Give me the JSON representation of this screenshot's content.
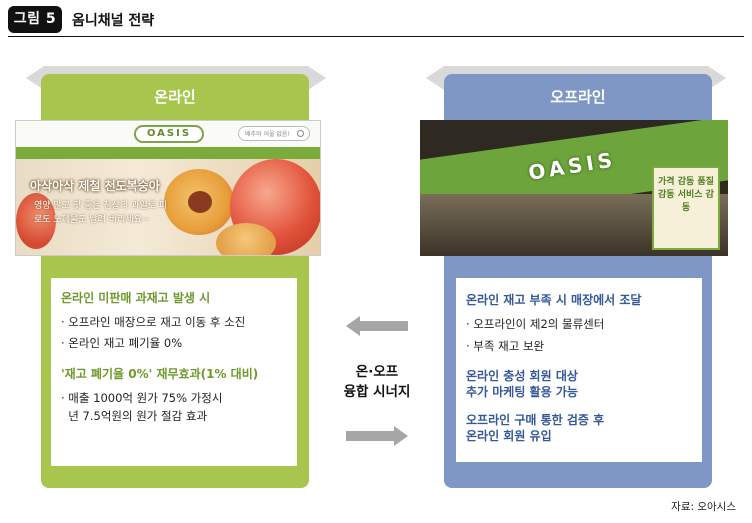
{
  "header": {
    "badge": "그림 5",
    "title": "옴니채널 전략"
  },
  "online": {
    "label": "온라인",
    "web": {
      "logo": "OASIS",
      "search_placeholder": "배추와 어울 없음!",
      "hero_title": "아삭아삭 제철 천도복숭아",
      "hero_sub": "영양 많고 맛 좋은 천상의 과일로 피로도 노폐물도 날려 버리세요~"
    },
    "box": {
      "title1": "온라인 미판매 과재고 발생 시",
      "b1": "· 오프라인 매장으로 재고 이동 후 소진",
      "b2": "· 온라인 재고 폐기율 0%",
      "title2": "'재고 폐기율 0%' 재무효과(1% 대비)",
      "b3": "· 매출 1000억 원가 75% 가정시",
      "b4": "  년 7.5억원의 원가 절감 효과"
    }
  },
  "offline": {
    "label": "오프라인",
    "store": {
      "logo": "OASIS",
      "sign_box": "가격 감동 품질 감동 서비스 감동"
    },
    "box": {
      "title1": "온라인 재고 부족 시 매장에서 조달",
      "b1": "· 오프라인이 제2의 물류센터",
      "b2": "· 부족 재고 보완",
      "title2a": "온라인 충성 회원 대상",
      "title2b": "추가 마케팅 활용 가능",
      "title3a": "오프라인 구매 통한 검증 후",
      "title3b": "온라인 회원 유입"
    }
  },
  "center": {
    "line1": "온·오프",
    "line2": "융합 시너지"
  },
  "source": "자료: 오아시스",
  "colors": {
    "online_green": "#a8c64e",
    "offline_blue": "#7f97c4",
    "arrow_gray": "#a6a6a6"
  }
}
